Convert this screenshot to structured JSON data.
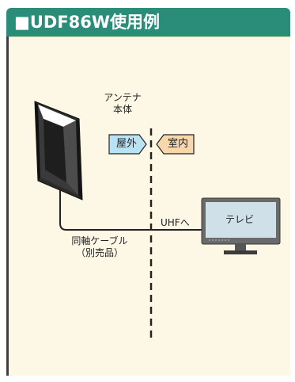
{
  "title": "■UDF86W使用例",
  "antenna_label": [
    "アンテナ",
    "本体"
  ],
  "outdoor_label": "屋外",
  "indoor_label": "室内",
  "uhf_label": "UHFへ",
  "tv_label": "テレビ",
  "cable_label": "同軸ケーブル",
  "cable_note": "（別売品）",
  "colors": {
    "header": "#2a8d79",
    "panel": "#fdf8e5",
    "outdoor_tag": "#b9e2f5",
    "indoor_tag": "#f8d7ac"
  }
}
